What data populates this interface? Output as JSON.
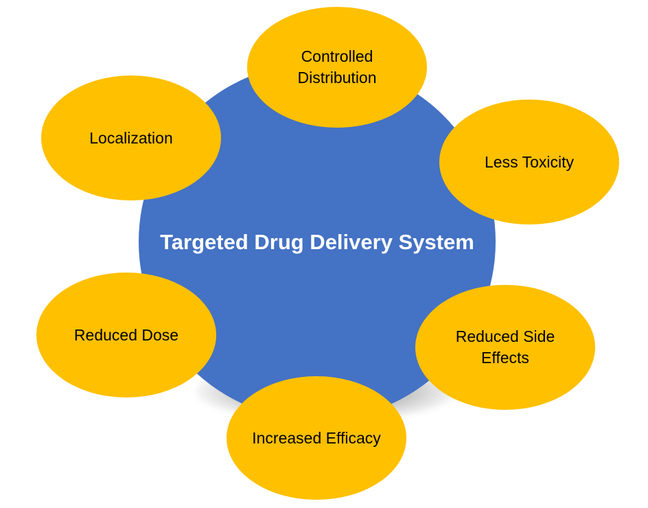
{
  "diagram": {
    "center": {
      "label": "Targeted Drug Delivery System"
    },
    "nodes": [
      {
        "id": "controlled-distribution",
        "label": "Controlled\nDistribution"
      },
      {
        "id": "localization",
        "label": "Localization"
      },
      {
        "id": "less-toxicity",
        "label": "Less Toxicity"
      },
      {
        "id": "reduced-dose",
        "label": "Reduced Dose"
      },
      {
        "id": "reduced-side-effects",
        "label": "Reduced Side\nEffects"
      },
      {
        "id": "increased-efficacy",
        "label": "Increased Efficacy"
      }
    ],
    "colors": {
      "center": "#4472C4",
      "node": "#FFC000",
      "center_text": "#FFFFFF",
      "node_text": "#000000"
    }
  }
}
